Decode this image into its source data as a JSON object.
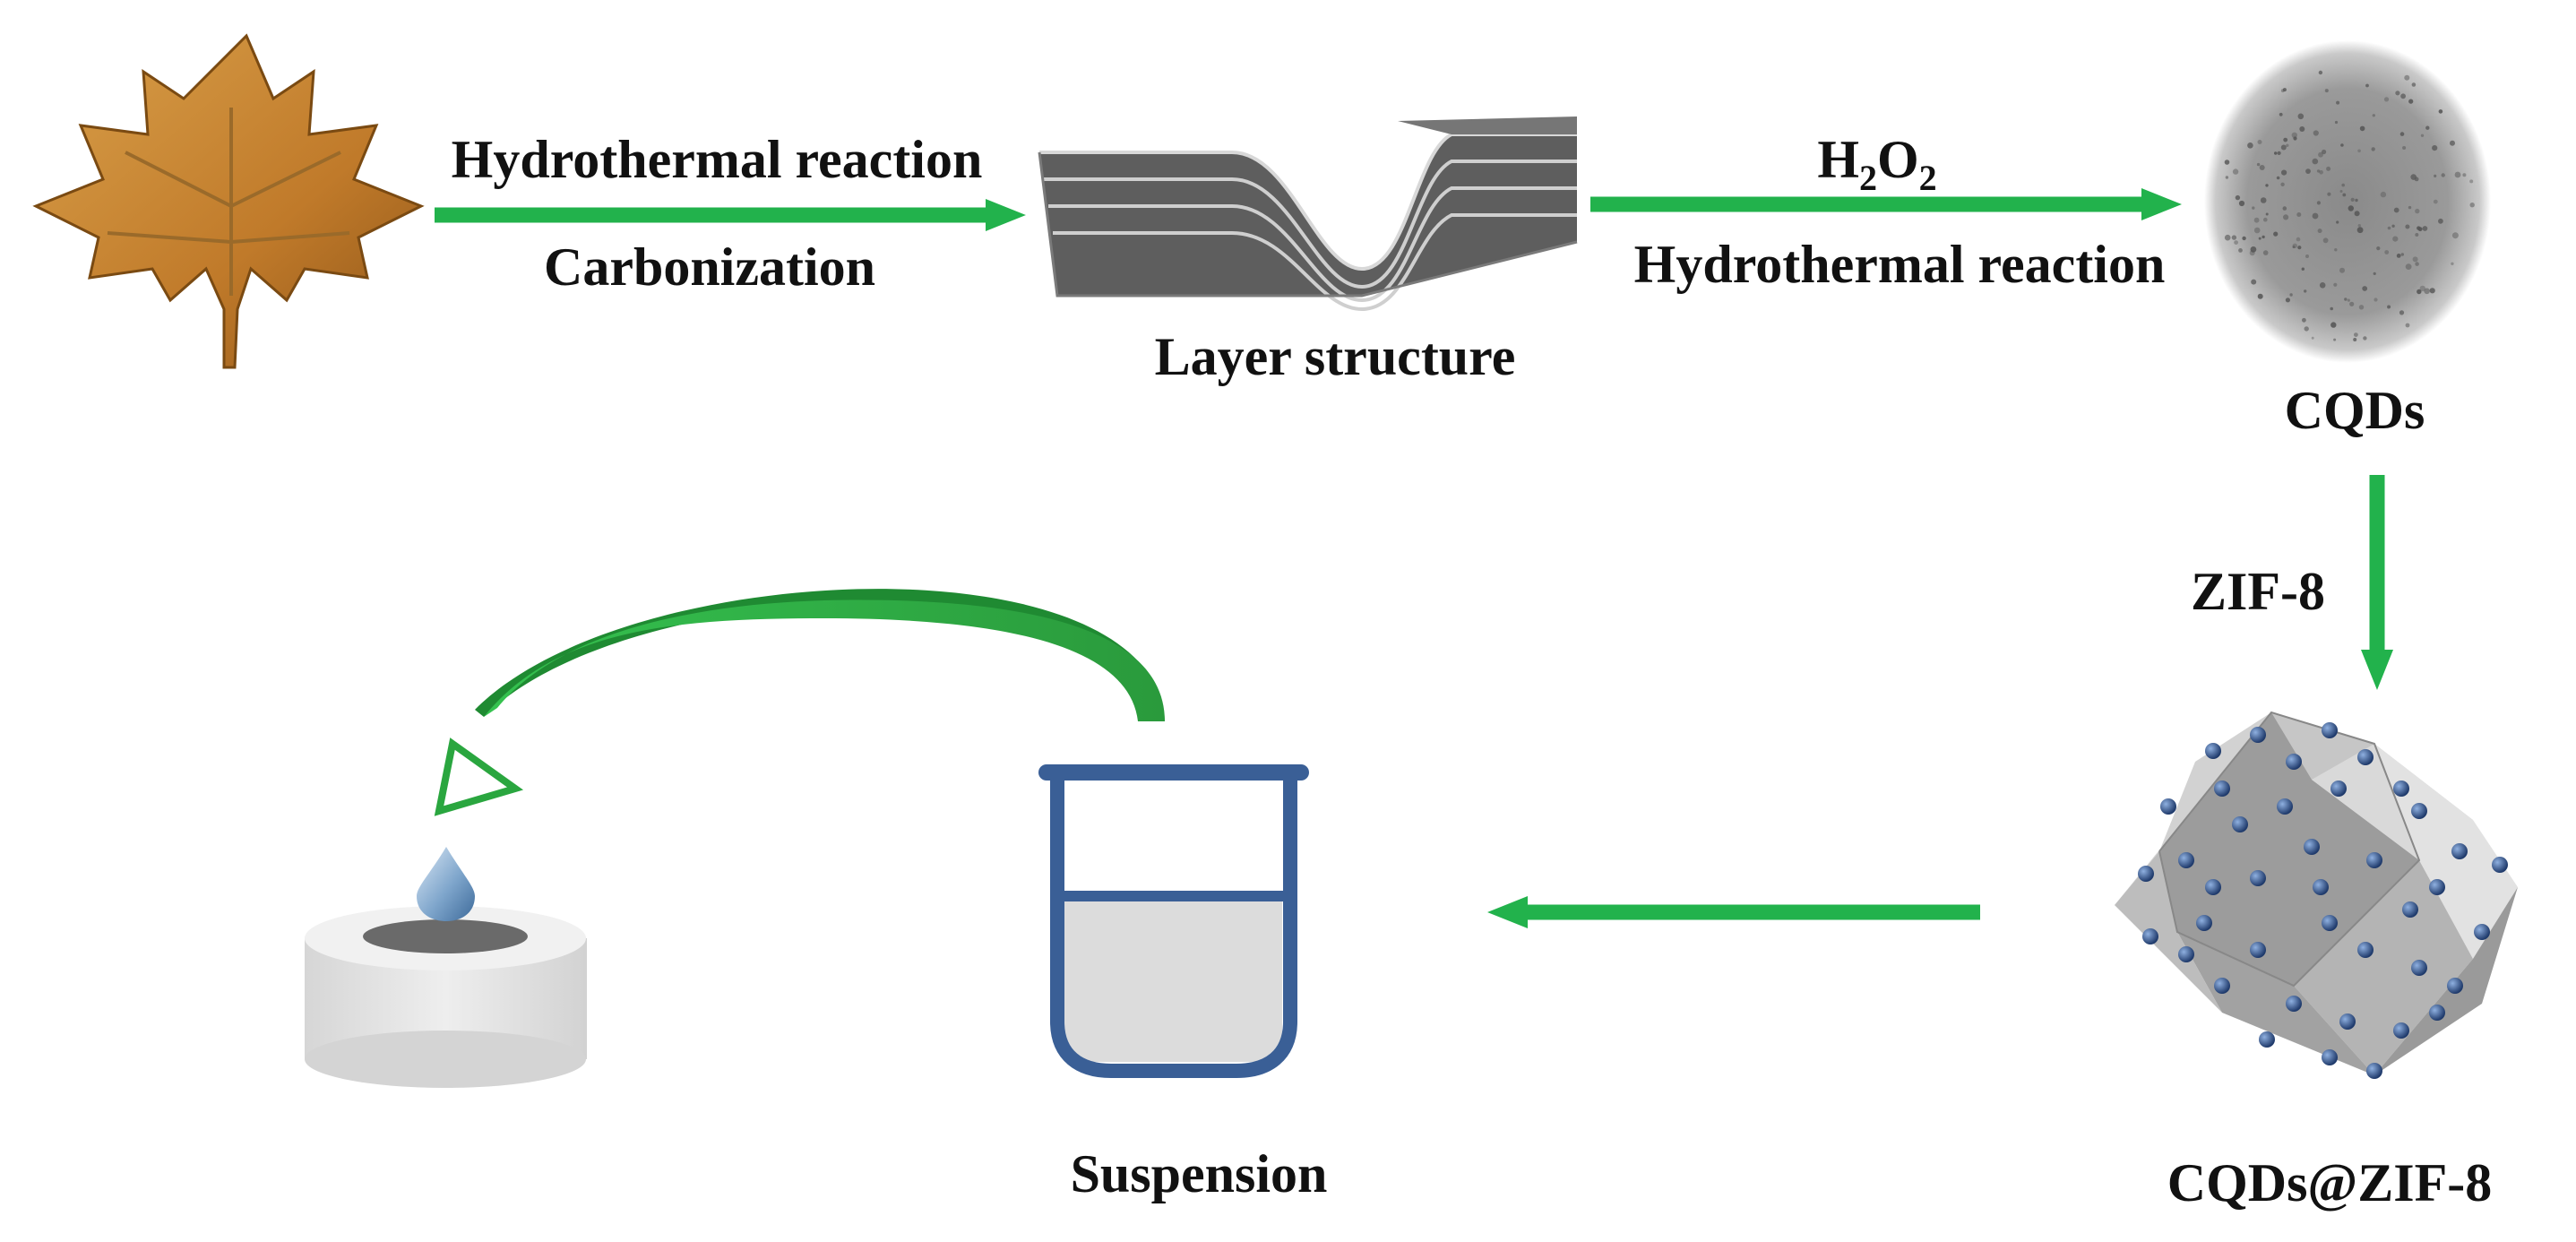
{
  "labels": {
    "step1_top": "Hydrothermal reaction",
    "step1_bottom": "Carbonization",
    "layer": "Layer structure",
    "oxidant_main": "H",
    "oxidant_sub1": "2",
    "oxidant_mid": "O",
    "oxidant_sub2": "2",
    "step2_bottom": "Hydrothermal reaction",
    "cqds": "CQDs",
    "zif": "ZIF-8",
    "composite": "CQDs@ZIF-8",
    "suspension": "Suspension"
  },
  "icons": [
    "leaf-icon",
    "layer-structure-icon",
    "cqds-particle-icon",
    "zif8-crystal-icon",
    "beaker-icon",
    "droplet-icon",
    "electrode-icon"
  ],
  "colors": {
    "arrow": "#22b24c",
    "beaker": "#3a5f96",
    "text": "#111111",
    "layers": "#6b6b6b",
    "dots": "#2f4f86"
  }
}
